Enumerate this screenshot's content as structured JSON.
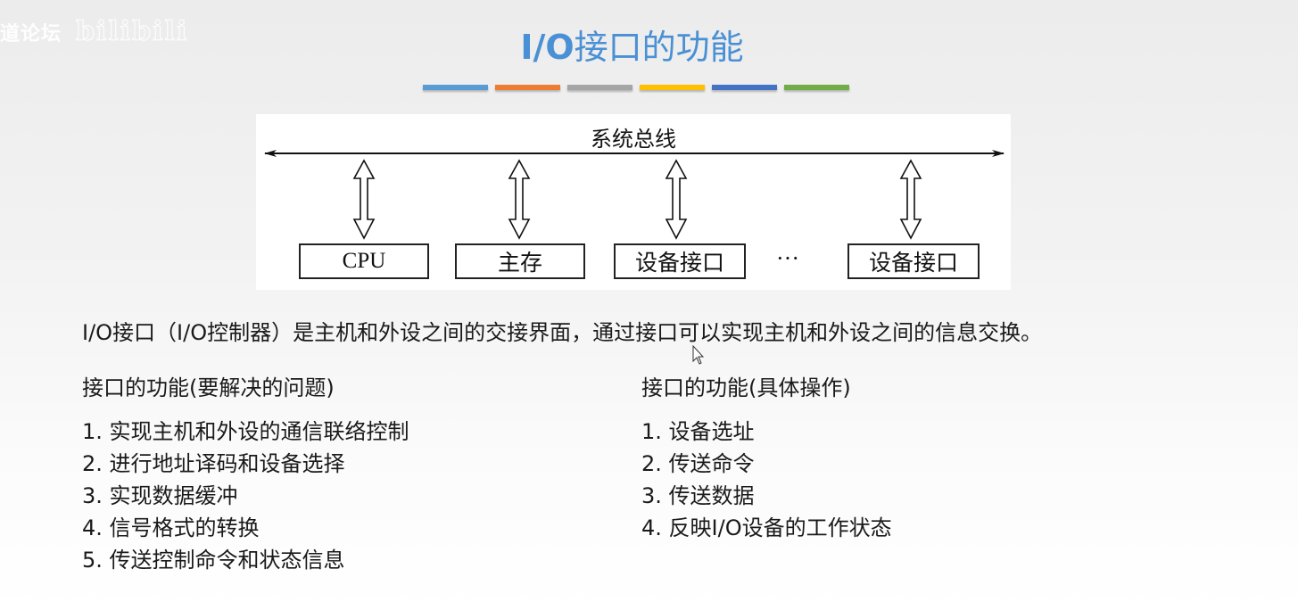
{
  "watermark": {
    "text": "道论坛",
    "logo": "bilibili"
  },
  "slide": {
    "title_prefix": "I/O",
    "title_rest": "接口的功能",
    "title_color": "#4a90d4",
    "accent_bars": [
      "#5b9bd5",
      "#ed7d31",
      "#a5a5a5",
      "#ffc000",
      "#4472c4",
      "#70ad47"
    ]
  },
  "diagram": {
    "bus_label": "系统总线",
    "devices": [
      {
        "label": "CPU"
      },
      {
        "label": "主存"
      },
      {
        "label": "设备接口"
      },
      {
        "label": "设备接口"
      }
    ],
    "ellipsis": "···"
  },
  "intro": "I/O接口（I/O控制器）是主机和外设之间的交接界面，通过接口可以实现主机和外设之间的信息交换。",
  "left_column": {
    "heading": "接口的功能(要解决的问题)",
    "items": [
      "1. 实现主机和外设的通信联络控制",
      "2. 进行地址译码和设备选择",
      "3. 实现数据缓冲",
      "4. 信号格式的转换",
      "5. 传送控制命令和状态信息"
    ]
  },
  "right_column": {
    "heading": "接口的功能(具体操作)",
    "items": [
      "1. 设备选址",
      "2. 传送命令",
      "3. 传送数据",
      "4. 反映I/O设备的工作状态"
    ]
  }
}
